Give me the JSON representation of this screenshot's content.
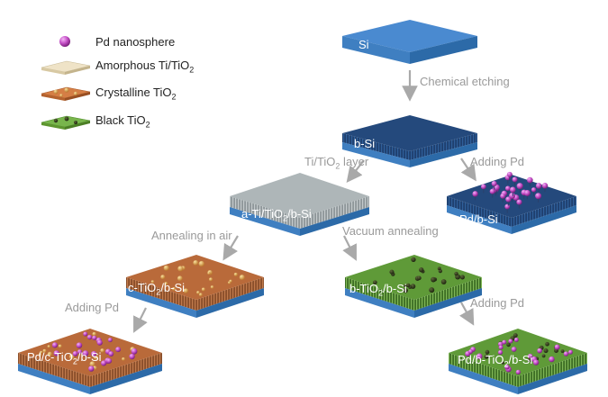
{
  "legend": {
    "pd_nanosphere": "Pd nanosphere",
    "amorphous": {
      "main": "Amorphous Ti/TiO",
      "sub": "2"
    },
    "crystalline": {
      "main": "Crystalline TiO",
      "sub": "2"
    },
    "black": {
      "main": "Black TiO",
      "sub": "2"
    }
  },
  "steps": {
    "chemical_etching": "Chemical etching",
    "ti_layer": {
      "pre": "Ti/TiO",
      "sub": "2",
      "post": " layer"
    },
    "adding_pd_1": "Adding Pd",
    "annealing_air": "Annealing in air",
    "vacuum_annealing": "Vacuum annealing",
    "adding_pd_2": "Adding Pd",
    "adding_pd_3": "Adding Pd"
  },
  "blocks": {
    "si": "Si",
    "b_si": "b-Si",
    "a_ti": {
      "pre": "a-Ti/TiO",
      "sub": "2",
      "post": "/b-Si"
    },
    "pd_bsi": "Pd/b-Si",
    "c_tio2": {
      "pre": "c-TiO",
      "sub": "2",
      "post": "/b-Si"
    },
    "b_tio2": {
      "pre": "b-TiO",
      "sub": "2",
      "post": "/b-Si"
    },
    "pd_c": {
      "pre": "Pd/c-TiO",
      "sub": "2",
      "post": "/b-Si"
    },
    "pd_b": {
      "pre": "Pd/b-TiO",
      "sub": "2",
      "post": "/b-Si"
    }
  },
  "colors": {
    "si_blue": "#3f7fc1",
    "bsi_dark": "#1f3f6e",
    "amorphous": "#e8dcc0",
    "crystalline": "#c8733e",
    "black": "#66a33d",
    "pd": "#c44fc6",
    "arrow": "#a9a9a9"
  }
}
